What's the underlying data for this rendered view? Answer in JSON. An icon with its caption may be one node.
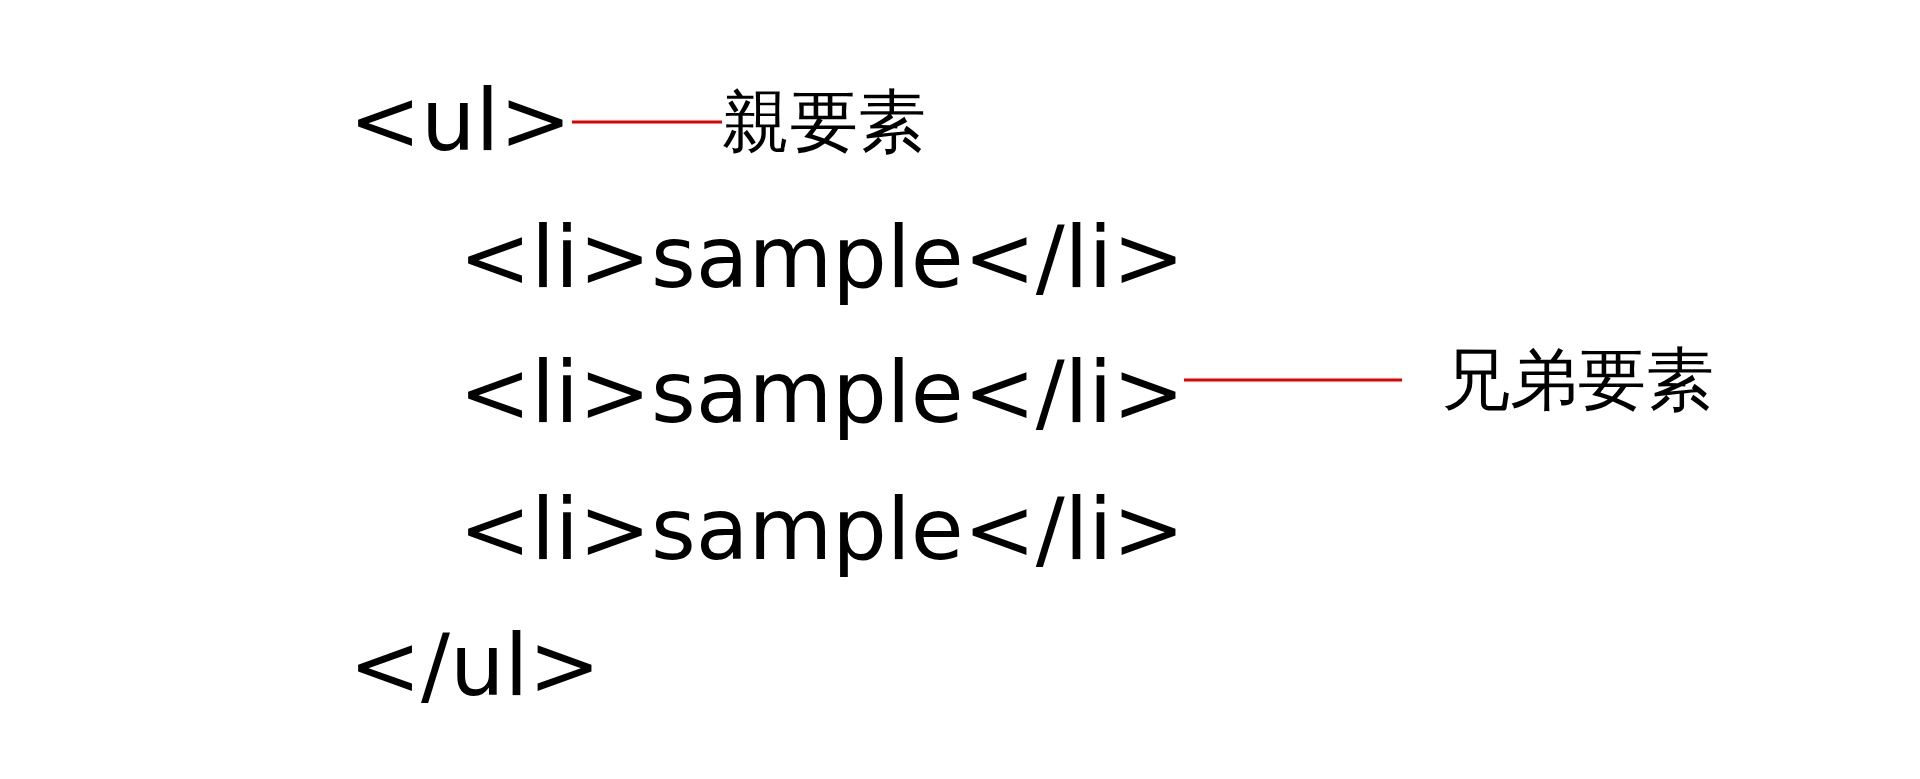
{
  "diagram": {
    "nodes": [
      {
        "text": [
          "<ul>"
        ]
      },
      {
        "text": [
          "<li>sample</li>"
        ]
      },
      {
        "text": [
          "<li>sample</li>"
        ]
      },
      {
        "text": [
          "<li>sample</li>"
        ]
      },
      {
        "text": [
          "</ul>"
        ]
      },
      {
        "text": [
          "親要素"
        ]
      },
      {
        "text": [
          "兄弟要素"
        ]
      }
    ],
    "edges": [
      {
        "from": 5,
        "to": 0,
        "arrow": "none",
        "color": "#e00000"
      },
      {
        "from": 6,
        "to": 2,
        "arrow": "none",
        "color": "#e00000"
      }
    ]
  }
}
